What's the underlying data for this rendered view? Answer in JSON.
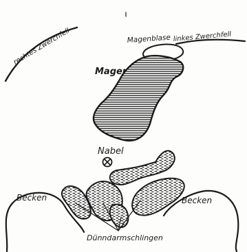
{
  "labels": {
    "right_diaphragm": "rechtes Zwerchfell",
    "gastric_bubble": "Magenblase",
    "left_diaphragm": "linkes Zwerchfell",
    "stomach": "Magen",
    "navel": "Nabel",
    "pelvis_left": "Becken",
    "pelvis_right": "Becken",
    "small_bowel": "Dünndarmschlingen"
  },
  "colors": {
    "ink": "#1a1a1a",
    "paper": "#fdfdfc"
  }
}
